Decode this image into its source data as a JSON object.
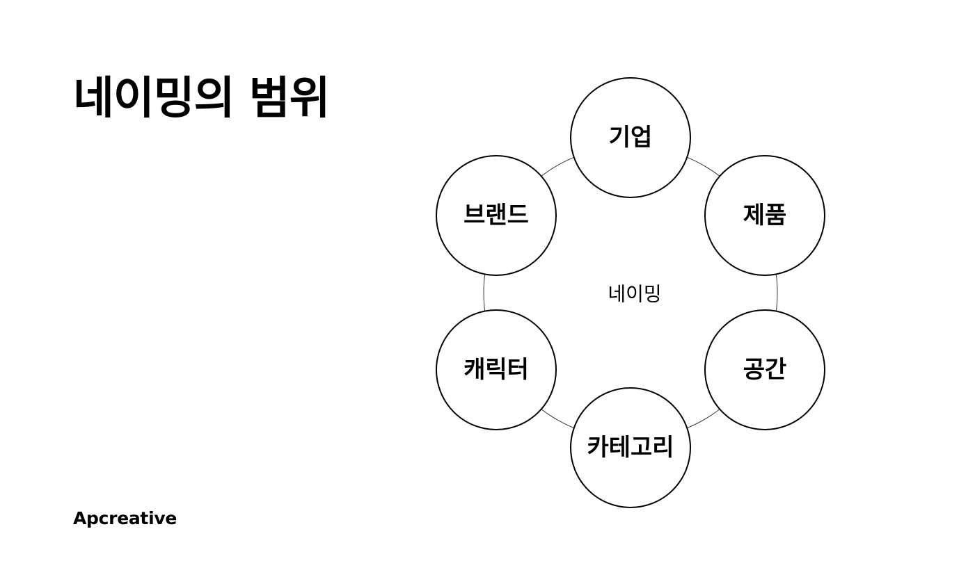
{
  "slide": {
    "title": "네이밍의 범위",
    "footer": "Apcreative"
  },
  "diagram": {
    "center_label": "네이밍",
    "nodes": [
      {
        "label": "기업"
      },
      {
        "label": "제품"
      },
      {
        "label": "공간"
      },
      {
        "label": "카테고리"
      },
      {
        "label": "캐릭터"
      },
      {
        "label": "브랜드"
      }
    ]
  }
}
